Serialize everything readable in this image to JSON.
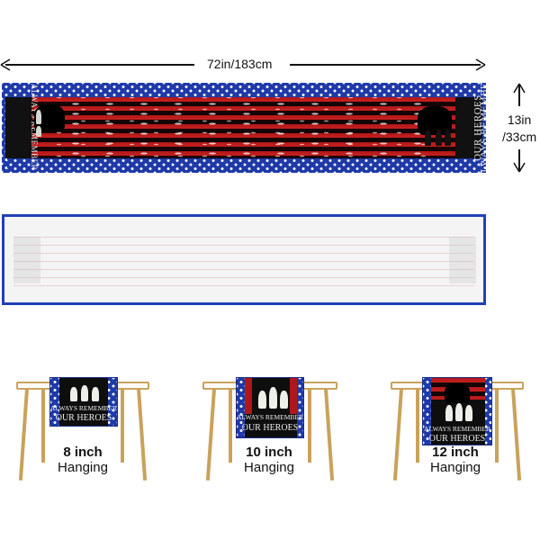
{
  "dimensions": {
    "length_label": "72in/183cm",
    "width_label": "13in\n/33cm"
  },
  "runner_text": {
    "line1": "ALWAYS REMEMBER",
    "line2": "OUR HEROES"
  },
  "hanging_options": [
    {
      "size": "8 inch",
      "caption": "Hanging"
    },
    {
      "size": "10 inch",
      "caption": "Hanging"
    },
    {
      "size": "12 inch",
      "caption": "Hanging"
    }
  ],
  "colors": {
    "star_blue": "#1f3aa8",
    "stripe_red": "#c62020",
    "stripe_dark": "#120404",
    "table_gold": "#c9a25b"
  },
  "icons": [
    "left-arrow-icon",
    "right-arrow-icon",
    "up-arrow-icon",
    "down-arrow-icon",
    "table-icon"
  ]
}
